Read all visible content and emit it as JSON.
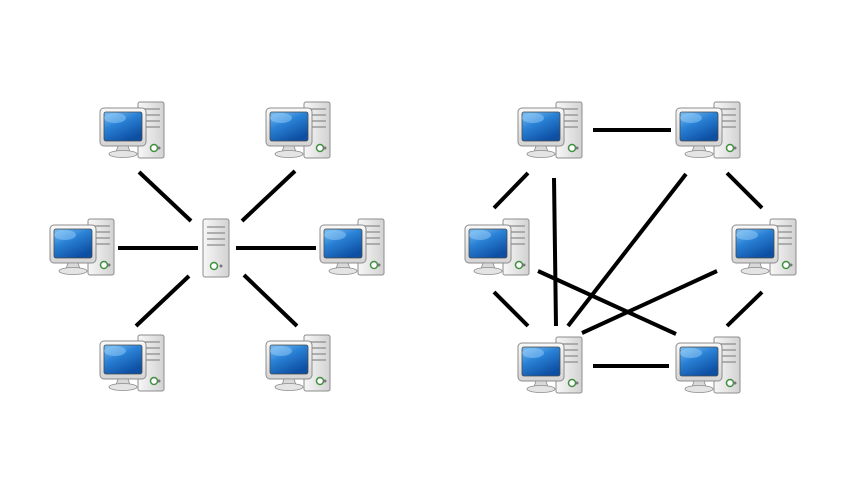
{
  "diagrams": [
    {
      "id": "star-network",
      "hub": {
        "kind": "server-icon"
      },
      "nodes": [
        {
          "id": "star-pc-top-left",
          "kind": "workstation-icon"
        },
        {
          "id": "star-pc-top-right",
          "kind": "workstation-icon"
        },
        {
          "id": "star-pc-middle-left",
          "kind": "workstation-icon"
        },
        {
          "id": "star-pc-middle-right",
          "kind": "workstation-icon"
        },
        {
          "id": "star-pc-bottom-left",
          "kind": "workstation-icon"
        },
        {
          "id": "star-pc-bottom-right",
          "kind": "workstation-icon"
        }
      ],
      "links": [
        [
          "star-pc-top-left",
          "hub"
        ],
        [
          "star-pc-top-right",
          "hub"
        ],
        [
          "star-pc-middle-left",
          "hub"
        ],
        [
          "star-pc-middle-right",
          "hub"
        ],
        [
          "star-pc-bottom-left",
          "hub"
        ],
        [
          "star-pc-bottom-right",
          "hub"
        ]
      ]
    },
    {
      "id": "mesh-network",
      "nodes": [
        {
          "id": "mesh-pc-top-left",
          "kind": "workstation-icon"
        },
        {
          "id": "mesh-pc-top-right",
          "kind": "workstation-icon"
        },
        {
          "id": "mesh-pc-middle-left",
          "kind": "workstation-icon"
        },
        {
          "id": "mesh-pc-middle-right",
          "kind": "workstation-icon"
        },
        {
          "id": "mesh-pc-bottom-left",
          "kind": "workstation-icon"
        },
        {
          "id": "mesh-pc-bottom-right",
          "kind": "workstation-icon"
        }
      ],
      "links": [
        [
          "mesh-pc-top-left",
          "mesh-pc-top-right"
        ],
        [
          "mesh-pc-top-right",
          "mesh-pc-middle-right"
        ],
        [
          "mesh-pc-middle-right",
          "mesh-pc-bottom-right"
        ],
        [
          "mesh-pc-bottom-right",
          "mesh-pc-bottom-left"
        ],
        [
          "mesh-pc-bottom-left",
          "mesh-pc-middle-left"
        ],
        [
          "mesh-pc-middle-left",
          "mesh-pc-top-left"
        ],
        [
          "mesh-pc-top-left",
          "mesh-pc-bottom-left"
        ],
        [
          "mesh-pc-top-right",
          "mesh-pc-bottom-left"
        ],
        [
          "mesh-pc-middle-right",
          "mesh-pc-bottom-left"
        ],
        [
          "mesh-pc-middle-left",
          "mesh-pc-bottom-right"
        ]
      ]
    }
  ],
  "colors": {
    "screen": "#1f6fc8",
    "screen_highlight": "#6fb4f0",
    "bezel": "#e6e6e6",
    "case": "#e9e9e9",
    "outline": "#8c8c8c",
    "link": "#000000",
    "power_led": "#3f8f3f"
  }
}
